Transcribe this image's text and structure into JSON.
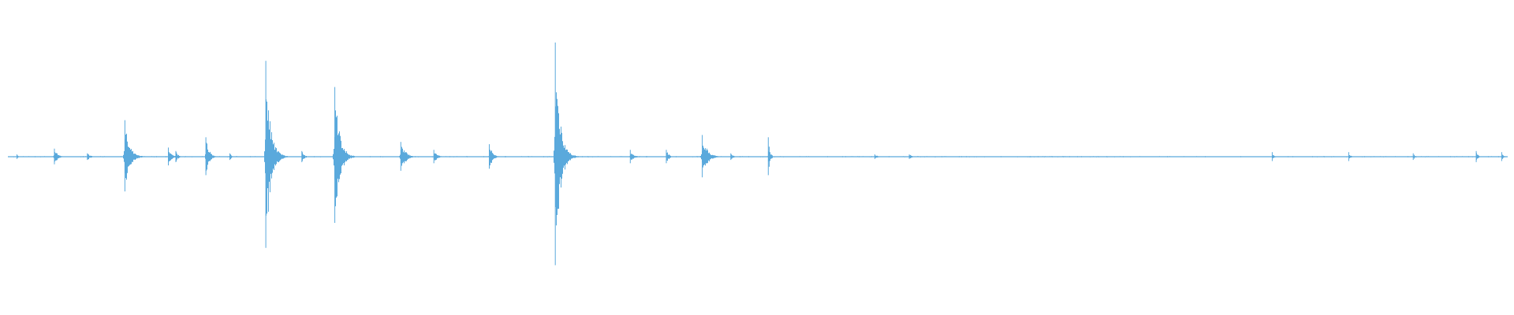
{
  "chart_data": {
    "type": "line",
    "subtype": "audio-waveform",
    "title": "",
    "xlabel": "",
    "ylabel": "",
    "ylim": [
      -1,
      1
    ],
    "grid": false,
    "legend": "none",
    "color": "#5aa9dc",
    "baseline_noise_amplitude": 0.004,
    "events": [
      {
        "t": 0.006,
        "amp": 0.02,
        "width": 0.001
      },
      {
        "t": 0.031,
        "amp": 0.07,
        "width": 0.002
      },
      {
        "t": 0.053,
        "amp": 0.03,
        "width": 0.002
      },
      {
        "t": 0.078,
        "amp": 0.32,
        "width": 0.003
      },
      {
        "t": 0.107,
        "amp": 0.08,
        "width": 0.002
      },
      {
        "t": 0.112,
        "amp": 0.05,
        "width": 0.0015
      },
      {
        "t": 0.132,
        "amp": 0.17,
        "width": 0.002
      },
      {
        "t": 0.148,
        "amp": 0.03,
        "width": 0.001
      },
      {
        "t": 0.172,
        "amp": 0.84,
        "width": 0.003
      },
      {
        "t": 0.196,
        "amp": 0.05,
        "width": 0.0015
      },
      {
        "t": 0.218,
        "amp": 0.61,
        "width": 0.003
      },
      {
        "t": 0.262,
        "amp": 0.13,
        "width": 0.003
      },
      {
        "t": 0.284,
        "amp": 0.06,
        "width": 0.002
      },
      {
        "t": 0.321,
        "amp": 0.11,
        "width": 0.002
      },
      {
        "t": 0.365,
        "amp": 1.0,
        "width": 0.003
      },
      {
        "t": 0.415,
        "amp": 0.06,
        "width": 0.002
      },
      {
        "t": 0.439,
        "amp": 0.06,
        "width": 0.0015
      },
      {
        "t": 0.463,
        "amp": 0.19,
        "width": 0.003
      },
      {
        "t": 0.482,
        "amp": 0.03,
        "width": 0.0015
      },
      {
        "t": 0.507,
        "amp": 0.17,
        "width": 0.001
      },
      {
        "t": 0.578,
        "amp": 0.02,
        "width": 0.002
      },
      {
        "t": 0.601,
        "amp": 0.02,
        "width": 0.002
      },
      {
        "t": 0.843,
        "amp": 0.04,
        "width": 0.001
      },
      {
        "t": 0.894,
        "amp": 0.04,
        "width": 0.001
      },
      {
        "t": 0.937,
        "amp": 0.03,
        "width": 0.001
      },
      {
        "t": 0.979,
        "amp": 0.05,
        "width": 0.001
      },
      {
        "t": 0.996,
        "amp": 0.04,
        "width": 0.001
      }
    ]
  }
}
